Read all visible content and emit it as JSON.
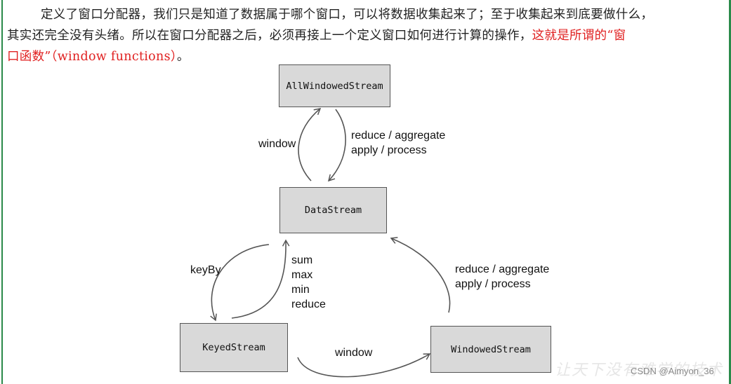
{
  "paragraph": {
    "line1": "定义了窗口分配器，我们只是知道了数据属于哪个窗口，可以将数据收集起来了；至于收集起来到底要做什么，",
    "line2_a": "其实还完全没有头绪。所以在窗口分配器之后，必须再接上一个定义窗口如何进行计算的操作，",
    "line2_red": "这就是所谓的“窗",
    "line3_red": "口函数”（window functions）",
    "line3_tail": "。"
  },
  "nodes": {
    "allwindowed": "AllWindowedStream",
    "datastream": "DataStream",
    "keyed": "KeyedStream",
    "windowed": "WindowedStream"
  },
  "labels": {
    "window_top": "window",
    "reduce_top": "reduce / aggregate\napply / process",
    "keyby": "keyBy",
    "aggs": "sum\nmax\nmin\nreduce",
    "window_bottom": "window",
    "reduce_right": "reduce / aggregate\napply / process"
  },
  "watermark": {
    "cn_text": "让天下没有难学的技术",
    "csdn": "CSDN @Aimyon_36"
  },
  "colors": {
    "text": "#222222",
    "highlight": "#e02020",
    "node_fill": "#d9d9d9",
    "arrow": "#555555",
    "rule": "#2a8a4a"
  }
}
